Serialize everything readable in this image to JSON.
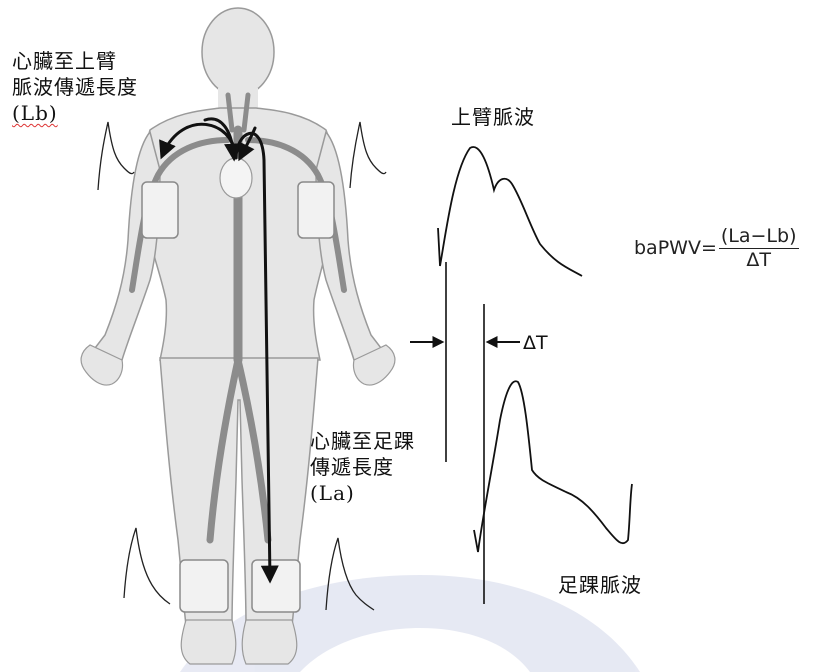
{
  "labels": {
    "heart_to_arm_line1": "心臟至上臂",
    "heart_to_arm_line2": "脈波傳遞長度",
    "heart_to_arm_line3": "(Lb)",
    "upper_arm_wave": "上臂脈波",
    "heart_to_ankle_line1": "心臟至足踝",
    "heart_to_ankle_line2": "傳遞長度",
    "heart_to_ankle_line3": "(La)",
    "ankle_wave": "足踝脈波",
    "delta_t": "ΔT"
  },
  "formula": {
    "lhs": "baPWV",
    "equals": "=",
    "numerator": "(La−Lb)",
    "denominator": "ΔT"
  }
}
